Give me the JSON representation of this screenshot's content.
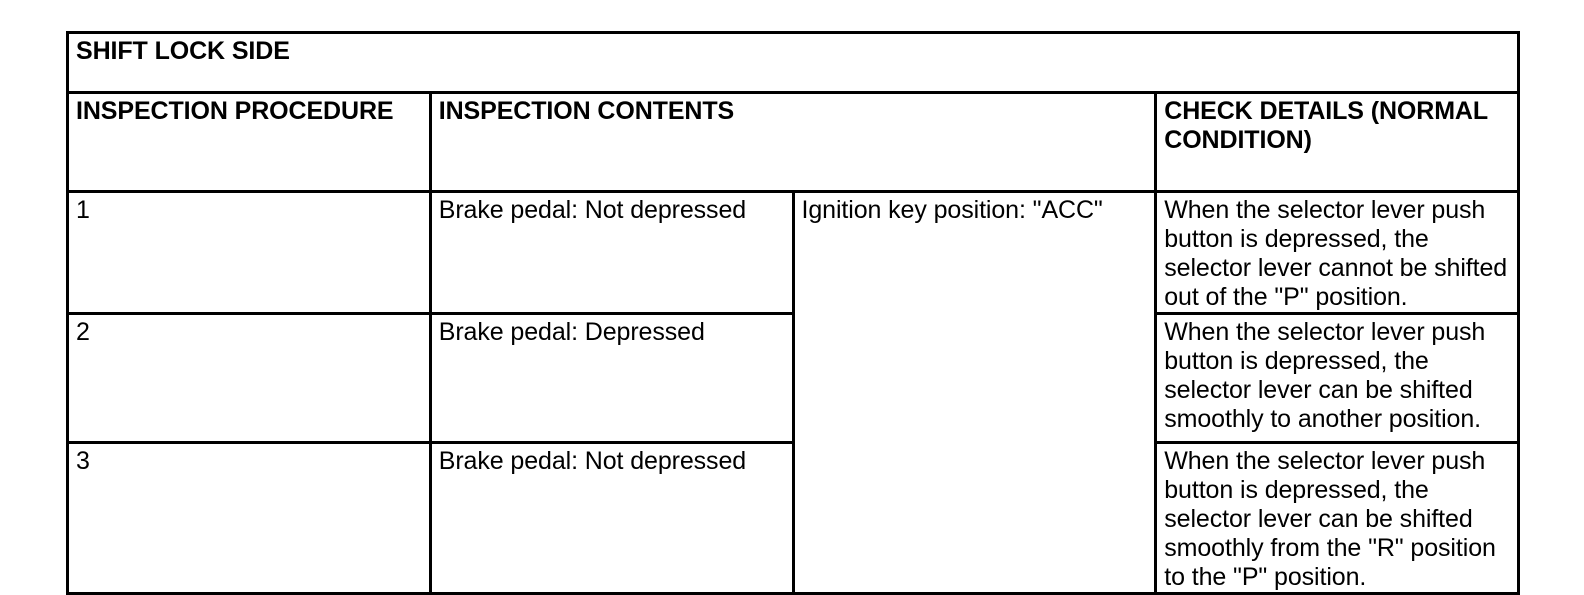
{
  "table": {
    "title": "SHIFT LOCK SIDE",
    "headers": {
      "procedure": "INSPECTION PROCEDURE",
      "contents": "INSPECTION CONTENTS",
      "details": "CHECK DETAILS (NORMAL CONDITION)"
    },
    "shared": {
      "ignition_key": "Ignition key position: \"ACC\""
    },
    "rows": [
      {
        "procedure": "1",
        "brake_pedal": "Brake pedal: Not depressed",
        "check_details": "When the selector lever push button is depressed, the selector lever cannot be shifted out of the \"P\" position."
      },
      {
        "procedure": "2",
        "brake_pedal": "Brake pedal: Depressed",
        "check_details": "When the selector lever push button is depressed, the selector lever can be shifted smoothly to another position."
      },
      {
        "procedure": "3",
        "brake_pedal": "Brake pedal: Not depressed",
        "check_details": "When the selector lever push button is depressed, the selector lever can be shifted smoothly from the \"R\" position to the \"P\" position."
      }
    ]
  },
  "colors": {
    "border": "#000000",
    "text": "#000000",
    "background": "#ffffff"
  }
}
